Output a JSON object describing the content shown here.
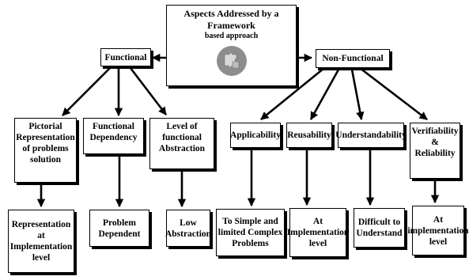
{
  "root": {
    "title": "Aspects Addressed by a Framework",
    "subtitle": "based approach",
    "icon": "puzzle-icon"
  },
  "functional": {
    "label": "Functional",
    "aspects": [
      {
        "label": "Pictorial\nRepresentation\nof problems\nsolution",
        "outcome": "Representation\nat\nImplementation\nlevel"
      },
      {
        "label": "Functional\nDependency",
        "outcome": "Problem\nDependent"
      },
      {
        "label": "Level of\nfunctional\nAbstraction",
        "outcome": "Low\nAbstraction"
      }
    ]
  },
  "non_functional": {
    "label": "Non-Functional",
    "aspects": [
      {
        "label": "Applicability",
        "outcome": "To Simple and\nlimited Complex\nProblems"
      },
      {
        "label": "Reusability",
        "outcome": "At\nImplementation\nlevel"
      },
      {
        "label": "Understandability",
        "outcome": "Difficult to\nUnderstand"
      },
      {
        "label": "Verifiability\n&\nReliability",
        "outcome": "At\nimplementation\nlevel"
      }
    ]
  }
}
